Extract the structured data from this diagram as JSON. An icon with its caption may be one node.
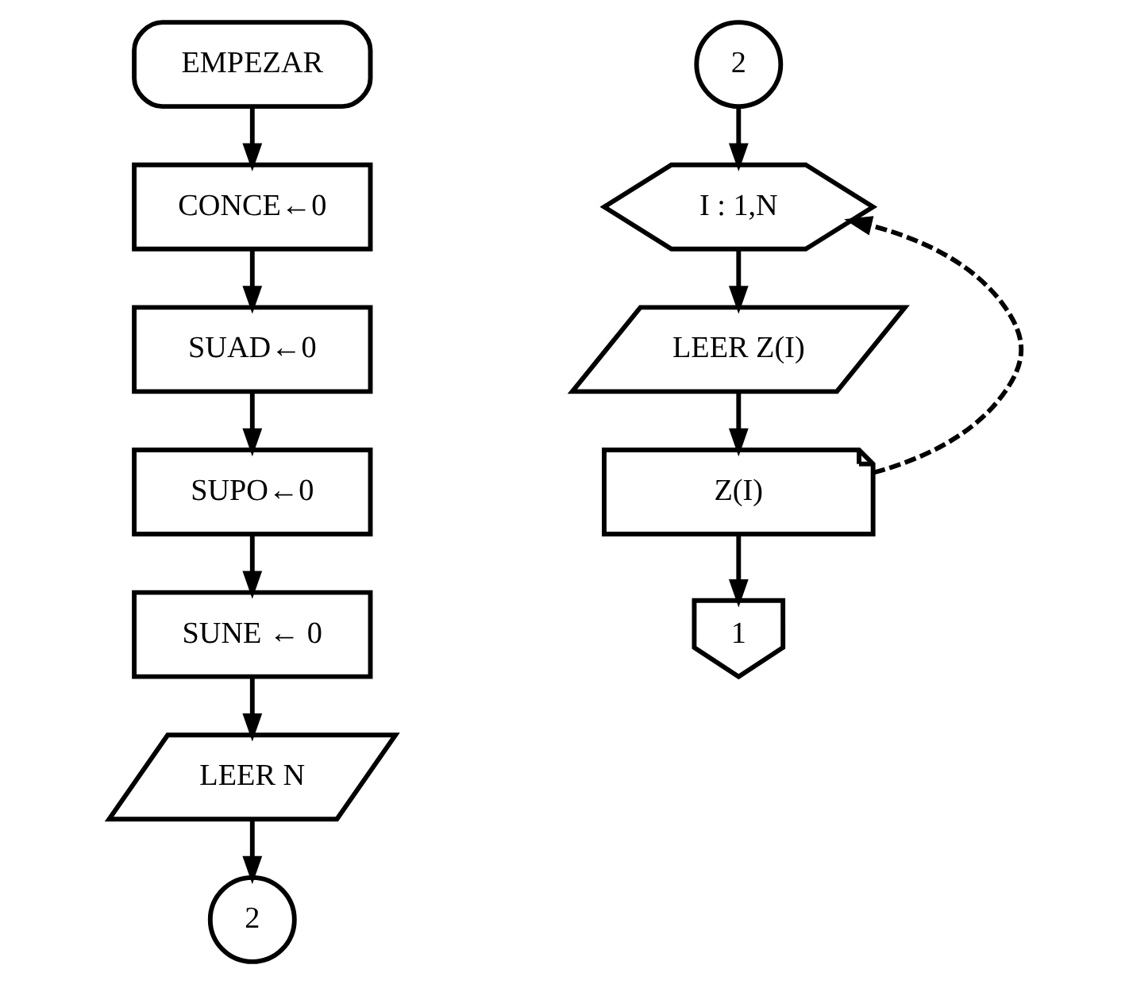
{
  "diagram": {
    "nodes": [
      {
        "text": [
          "EMPEZAR"
        ]
      },
      {
        "text": [
          "CONCE←0"
        ]
      },
      {
        "text": [
          "SUAD←0"
        ]
      },
      {
        "text": [
          "SUPO←0"
        ]
      },
      {
        "text": [
          "SUNE ← 0"
        ]
      },
      {
        "text": [
          "LEER N"
        ]
      },
      {
        "text": [
          "2"
        ]
      },
      {
        "text": [
          "2"
        ]
      },
      {
        "text": [
          "I : 1,N"
        ]
      },
      {
        "text": [
          "LEER Z(I)"
        ]
      },
      {
        "text": [
          "Z(I)"
        ]
      },
      {
        "text": [
          "1"
        ]
      }
    ],
    "edges": [
      {
        "from": 0,
        "to": 1,
        "arrow": "to"
      },
      {
        "from": 1,
        "to": 2,
        "arrow": "to"
      },
      {
        "from": 2,
        "to": 3,
        "arrow": "to"
      },
      {
        "from": 3,
        "to": 4,
        "arrow": "to"
      },
      {
        "from": 4,
        "to": 5,
        "arrow": "to"
      },
      {
        "from": 5,
        "to": 6,
        "arrow": "to"
      },
      {
        "from": 7,
        "to": 8,
        "arrow": "to"
      },
      {
        "from": 8,
        "to": 9,
        "arrow": "to"
      },
      {
        "from": 9,
        "to": 10,
        "arrow": "to"
      },
      {
        "from": 10,
        "to": 11,
        "arrow": "to"
      },
      {
        "from": 10,
        "to": 8,
        "arrow": "to",
        "style": "dashed"
      }
    ]
  }
}
